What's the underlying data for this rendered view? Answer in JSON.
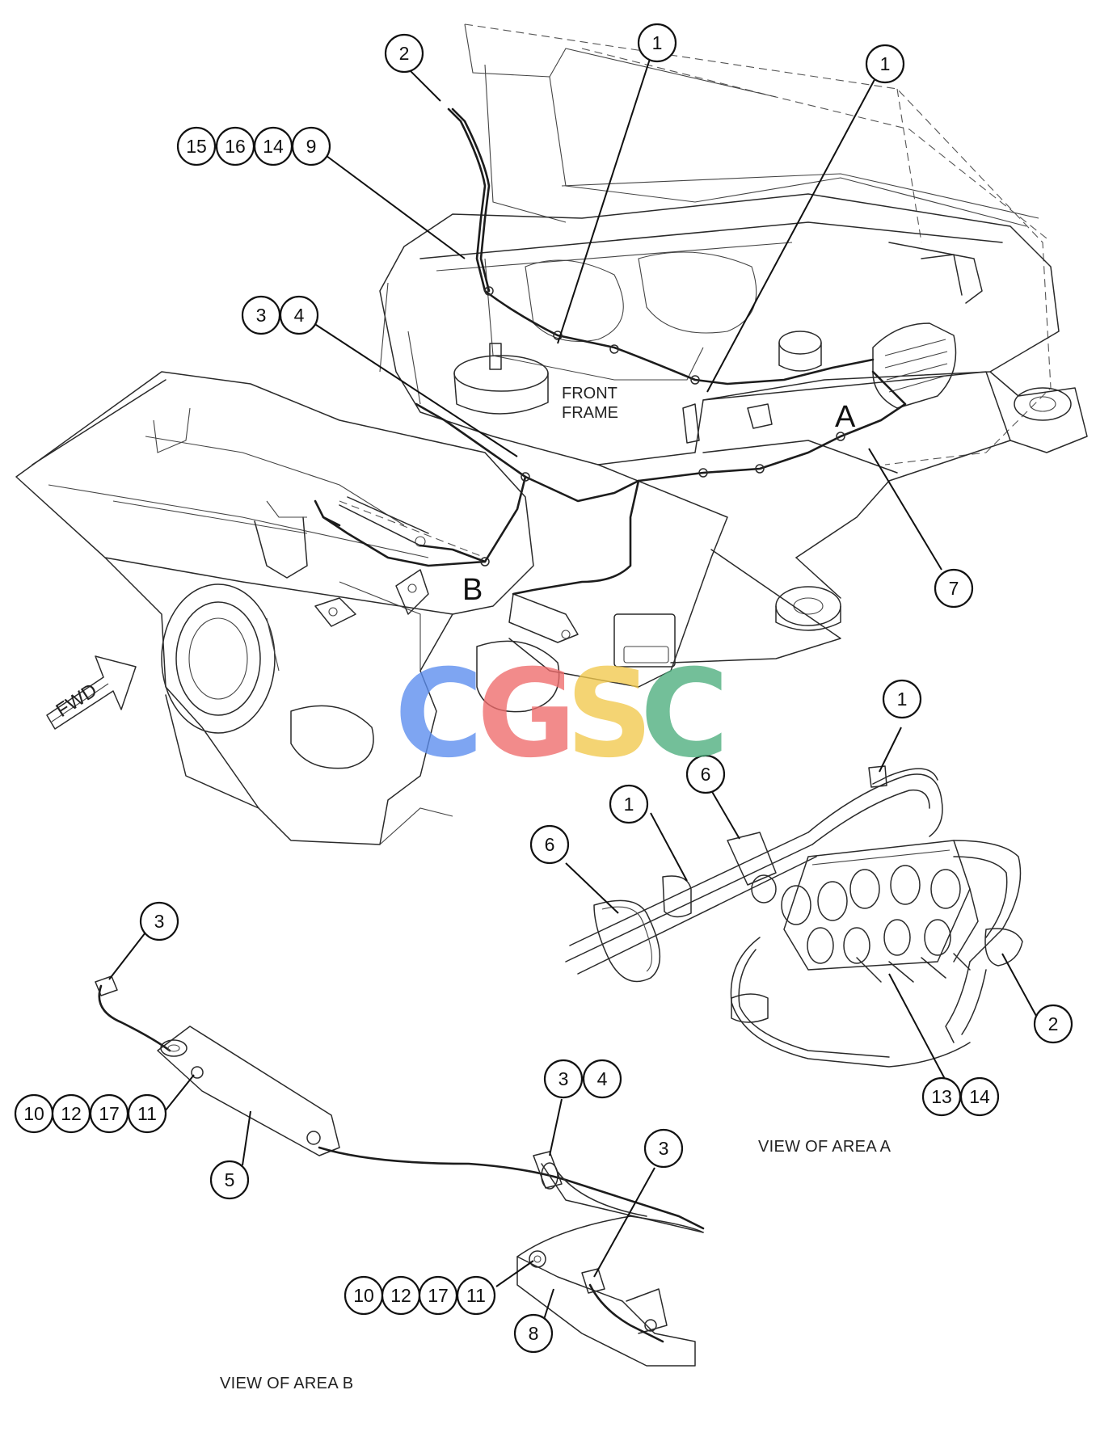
{
  "labels": {
    "front_frame_line1": "FRONT",
    "front_frame_line2": "FRAME",
    "area_a": "A",
    "area_b": "B",
    "fwd": "FWD",
    "view_area_a": "VIEW OF AREA  A",
    "view_area_b": "VIEW OF AREA  B"
  },
  "watermark": {
    "letters": [
      "C",
      "G",
      "S",
      "C"
    ],
    "colors": [
      "#5b8def",
      "#ef6b6b",
      "#f2c94c",
      "#4cae7d"
    ]
  },
  "callouts": {
    "main": {
      "c1a": "1",
      "c1b": "1",
      "c2": "2",
      "c15": "15",
      "c16": "16",
      "c14": "14",
      "c9": "9",
      "c3": "3",
      "c4": "4",
      "c7": "7"
    },
    "area_a": {
      "c1a": "1",
      "c1b": "1",
      "c6a": "6",
      "c6b": "6",
      "c2": "2",
      "c13": "13",
      "c14": "14"
    },
    "area_b": {
      "c3a": "3",
      "c10a": "10",
      "c12a": "12",
      "c17a": "17",
      "c11a": "11",
      "c5": "5",
      "c3b": "3",
      "c4": "4",
      "c3c": "3",
      "c10b": "10",
      "c12b": "12",
      "c17b": "17",
      "c11b": "11",
      "c8": "8"
    }
  }
}
